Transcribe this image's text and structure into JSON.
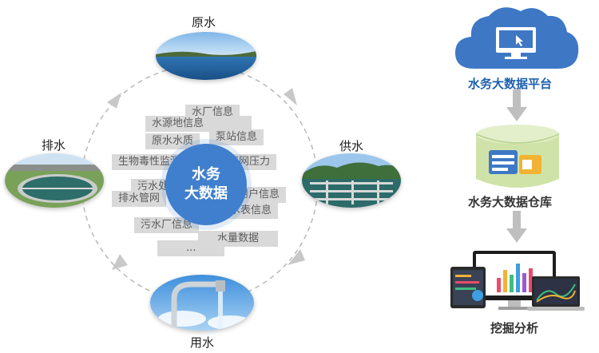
{
  "cycle": {
    "nodes": {
      "raw": "原水",
      "supply": "供水",
      "use": "用水",
      "drain": "排水"
    },
    "center": {
      "line1": "水务",
      "line2": "大数据"
    },
    "tags": [
      "水厂信息",
      "水源地信息",
      "泵站信息",
      "原水水质",
      "生物毒性监测",
      "管网压力",
      "污水处理",
      "排水管网",
      "用户信息",
      "水表信息",
      "污水厂信息",
      "水量数据",
      "..."
    ]
  },
  "pipeline": {
    "platform": "水务大数据平台",
    "warehouse": "水务大数据仓库",
    "analysis": "挖掘分析"
  },
  "colors": {
    "accent": "#3f7fce",
    "platform_text": "#1e5fae",
    "cloud": "#3e78c5",
    "cylinder": "#cfe3a8",
    "arrow": "#bfbfbf",
    "tag_bg": "#d9d9d9"
  }
}
